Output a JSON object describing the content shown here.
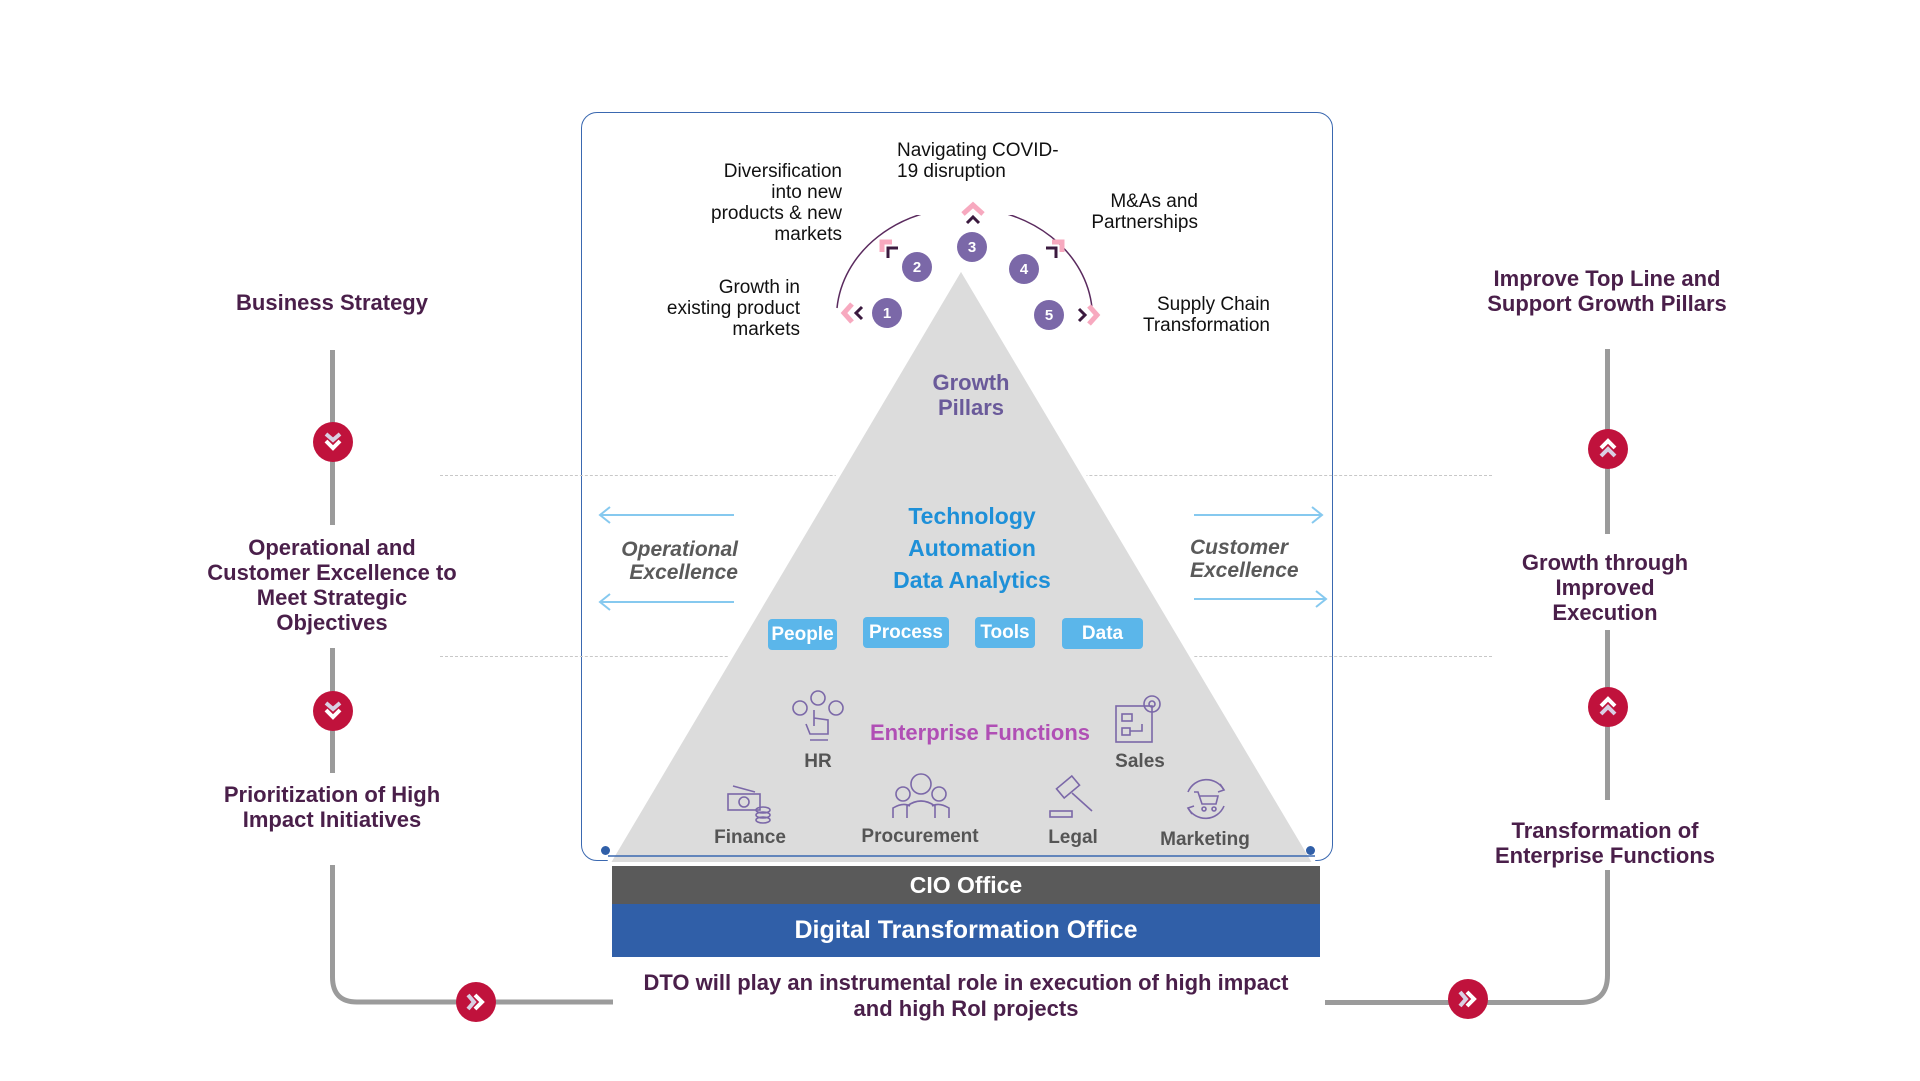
{
  "left_flow": {
    "steps": [
      {
        "label": "Business Strategy"
      },
      {
        "label": "Operational and Customer Excellence to Meet Strategic Objectives"
      },
      {
        "label": "Prioritization of High Impact Initiatives"
      }
    ],
    "connector_icons": [
      "double-chevron-down-icon",
      "double-chevron-down-icon",
      "double-chevron-right-icon"
    ]
  },
  "right_flow": {
    "steps": [
      {
        "label": "Improve Top Line and Support Growth Pillars"
      },
      {
        "label": "Growth through Improved Execution"
      },
      {
        "label": "Transformation of Enterprise Functions"
      }
    ],
    "connector_icons": [
      "double-chevron-up-icon",
      "double-chevron-up-icon",
      "double-chevron-right-icon"
    ]
  },
  "growth_pillars": {
    "title_line1": "Growth",
    "title_line2": "Pillars",
    "items": [
      {
        "number": "1",
        "label_lines": [
          "Growth in",
          "existing product",
          "markets"
        ]
      },
      {
        "number": "2",
        "label_lines": [
          "Diversification",
          "into new",
          "products & new",
          "markets"
        ]
      },
      {
        "number": "3",
        "label_lines": [
          "Navigating COVID-",
          "19 disruption"
        ]
      },
      {
        "number": "4",
        "label_lines": [
          "M&As and",
          "Partnerships"
        ]
      },
      {
        "number": "5",
        "label_lines": [
          "Supply Chain",
          "Transformation"
        ]
      }
    ]
  },
  "technology_layer": {
    "lines": [
      "Technology",
      "Automation",
      "Data Analytics"
    ],
    "chips": [
      "People",
      "Process",
      "Tools",
      "Data"
    ],
    "left_side": {
      "line1": "Operational",
      "line2": "Excellence"
    },
    "right_side": {
      "line1": "Customer",
      "line2": "Excellence"
    }
  },
  "enterprise_functions": {
    "title": "Enterprise Functions",
    "functions": [
      {
        "label": "HR",
        "icon": "hr-network-hand-icon"
      },
      {
        "label": "Sales",
        "icon": "sales-chart-gear-icon"
      },
      {
        "label": "Finance",
        "icon": "money-coins-icon"
      },
      {
        "label": "Procurement",
        "icon": "team-people-icon"
      },
      {
        "label": "Legal",
        "icon": "gavel-icon"
      },
      {
        "label": "Marketing",
        "icon": "cart-cycle-icon"
      }
    ]
  },
  "foundation": {
    "cio_office": "CIO Office",
    "dto": "Digital Transformation Office",
    "note_line1": "DTO will play an instrumental role in execution of high impact",
    "note_line2": "and high RoI projects"
  },
  "colors": {
    "heading_purple": "#4a1f4a",
    "badge_red": "#c0123c",
    "connector_grey": "#9b9b9b",
    "frame_blue": "#3a68b0",
    "pyramid_grey": "#dcdcdc",
    "number_purple": "#7b68a8",
    "tech_blue": "#1e90d8",
    "chip_blue": "#5bb6ea",
    "enterprise_magenta": "#b04fb5",
    "cio_grey": "#5a5a5a",
    "dto_blue": "#305fa8"
  }
}
